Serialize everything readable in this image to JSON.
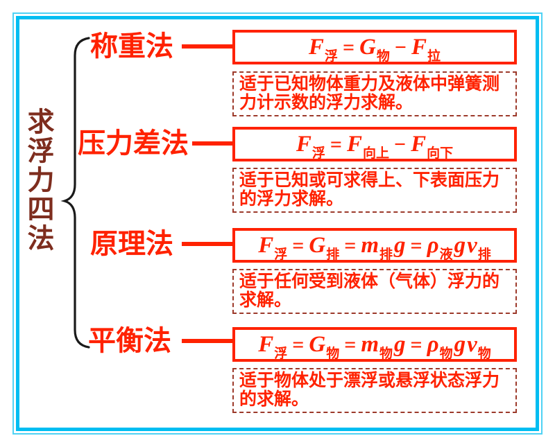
{
  "palette": {
    "accent_red": "#ff2200",
    "dashed_border_red": "#9c392a",
    "title_brown": "#7e2d1e",
    "frame_cyan_inner": "#00bdf2",
    "frame_cyan_outer": "#4fd2f4",
    "brace_black": "#1a1a1a"
  },
  "title": {
    "text": "求浮力四法"
  },
  "methods": [
    {
      "label": "称重法",
      "formula_text": "F浮 ＝ G物 − F拉",
      "formula_tokens": [
        {
          "t": "var",
          "text": "F",
          "sub": "浮"
        },
        {
          "t": "op",
          "text": "="
        },
        {
          "t": "var",
          "text": "G",
          "sub": "物"
        },
        {
          "t": "op",
          "text": "−"
        },
        {
          "t": "var",
          "text": "F",
          "sub": "拉"
        }
      ],
      "note_lines": [
        "适于已知物体重力及液体中弹簧测",
        "力计示数的浮力求解。"
      ]
    },
    {
      "label": "压力差法",
      "formula_text": "F浮 ＝ F向上 − F向下",
      "formula_tokens": [
        {
          "t": "var",
          "text": "F",
          "sub": "浮"
        },
        {
          "t": "op",
          "text": "="
        },
        {
          "t": "var",
          "text": "F",
          "sub": "向上"
        },
        {
          "t": "op",
          "text": "−"
        },
        {
          "t": "var",
          "text": "F",
          "sub": "向下"
        }
      ],
      "note_lines": [
        "适于已知或可求得上、下表面压力",
        "的浮力求解。"
      ]
    },
    {
      "label": "原理法",
      "formula_text": "F浮 ＝ G排 ＝m排g ＝ρ液g v排",
      "formula_tokens": [
        {
          "t": "var",
          "text": "F",
          "sub": "浮"
        },
        {
          "t": "op",
          "text": "="
        },
        {
          "t": "var",
          "text": "G",
          "sub": "排"
        },
        {
          "t": "op",
          "text": "="
        },
        {
          "t": "var",
          "text": "m",
          "sub": "排"
        },
        {
          "t": "var",
          "text": "g"
        },
        {
          "t": "op",
          "text": "="
        },
        {
          "t": "var",
          "text": "ρ",
          "sub": "液"
        },
        {
          "t": "var",
          "text": "g"
        },
        {
          "t": "var",
          "text": "v",
          "sub": "排"
        }
      ],
      "note_lines": [
        "适于任何受到液体（气体）浮力的",
        "求解。"
      ]
    },
    {
      "label": "平衡法",
      "formula_text": "F浮 ＝ G物 ＝m物g ＝ρ物g v物",
      "formula_tokens": [
        {
          "t": "var",
          "text": "F",
          "sub": "浮"
        },
        {
          "t": "op",
          "text": "="
        },
        {
          "t": "var",
          "text": "G",
          "sub": "物"
        },
        {
          "t": "op",
          "text": "="
        },
        {
          "t": "var",
          "text": "m",
          "sub": "物"
        },
        {
          "t": "var",
          "text": "g"
        },
        {
          "t": "op",
          "text": "="
        },
        {
          "t": "var",
          "text": "ρ",
          "sub": "物"
        },
        {
          "t": "var",
          "text": "g"
        },
        {
          "t": "var",
          "text": "v",
          "sub": "物"
        }
      ],
      "note_lines": [
        "适于物体处于漂浮或悬浮状态浮力",
        "的求解。"
      ]
    }
  ]
}
